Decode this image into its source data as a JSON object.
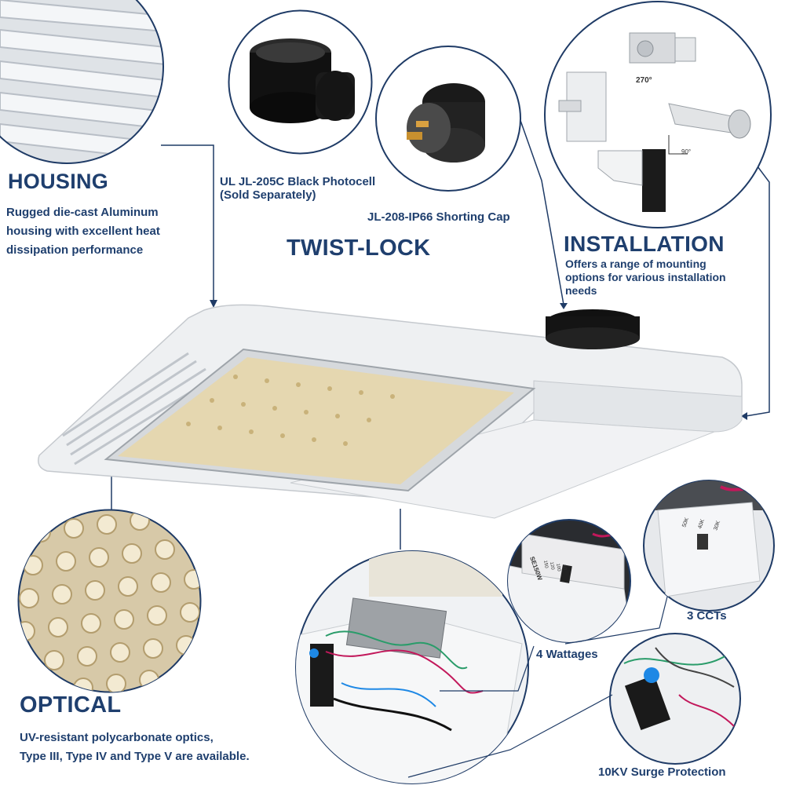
{
  "housing": {
    "title": "HOUSING",
    "description_lines": [
      "Rugged die-cast Aluminum",
      "housing with excellent heat",
      "dissipation performance"
    ]
  },
  "photocell": {
    "label_lines": [
      "UL JL-205C Black Photocell",
      "(Sold Separately)"
    ]
  },
  "shorting_cap": {
    "label": "JL-208-IP66 Shorting Cap"
  },
  "twist_lock": {
    "title": "TWIST-LOCK"
  },
  "installation": {
    "title": "INSTALLATION",
    "description_lines": [
      "Offers a range of mounting",
      "options for various installation",
      "needs"
    ],
    "angle_270": "270°",
    "angle_90": "90°"
  },
  "optical": {
    "title": "OPTICAL",
    "description_lines": [
      "UV-resistant polycarbonate optics,",
      "Type III, Type IV and Type V are available."
    ]
  },
  "features": {
    "wattages": "4 Wattages",
    "ccts": "3 CCTs",
    "surge": "10KV Surge Protection"
  },
  "switch_labels": {
    "model": "SE150W",
    "watts": [
      "150",
      "120",
      "100",
      "80"
    ],
    "cct": [
      "50K",
      "40K",
      "30K"
    ]
  },
  "colors": {
    "navy": "#1f3f6e",
    "outline": "#1f3b66",
    "housing_white": "#eef0f2",
    "led_warm": "#e8d6a8"
  }
}
